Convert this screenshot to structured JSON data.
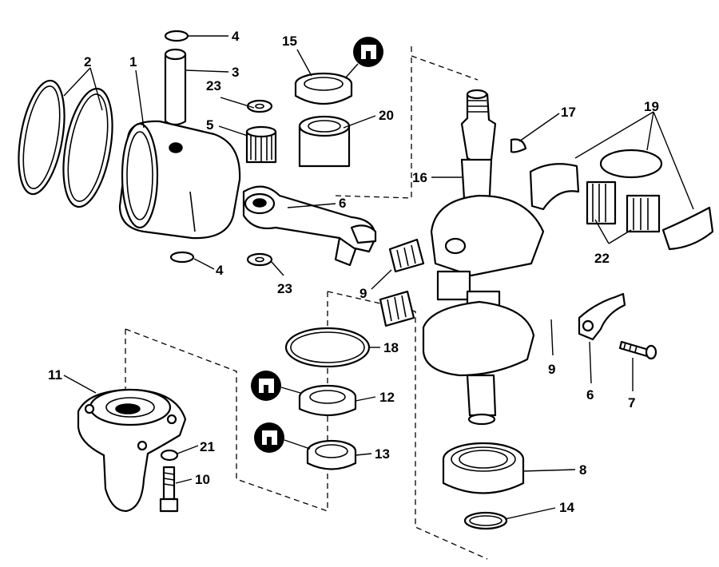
{
  "callouts": {
    "c1": "1",
    "c2": "2",
    "c3": "3",
    "c4a": "4",
    "c4b": "4",
    "c5": "5",
    "c6a": "6",
    "c6b": "6",
    "c7": "7",
    "c8": "8",
    "c9a": "9",
    "c9b": "9",
    "c10": "10",
    "c11": "11",
    "c12": "12",
    "c13": "13",
    "c14": "14",
    "c15": "15",
    "c16": "16",
    "c17": "17",
    "c18": "18",
    "c19": "19",
    "c20": "20",
    "c21": "21",
    "c22": "22",
    "c23a": "23",
    "c23b": "23"
  },
  "icons": {
    "seal_symbol": "lip-seal-icon"
  }
}
